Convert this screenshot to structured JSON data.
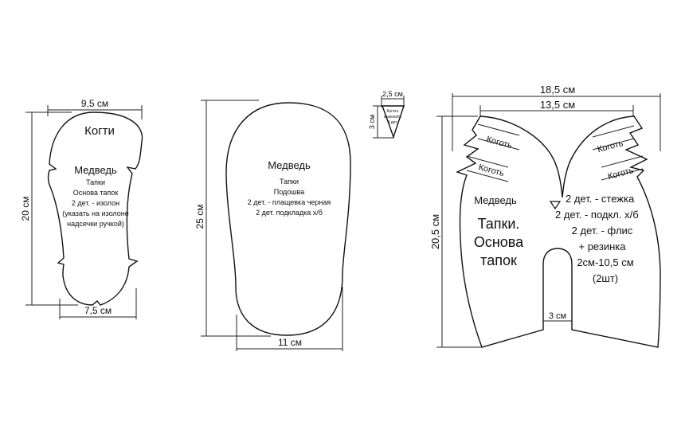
{
  "piece1": {
    "top_width": "9,5 см",
    "bottom_width": "7,5 см",
    "height": "20 см",
    "claws_label": "Когти",
    "title": "Медведь",
    "lines": [
      "Тапки",
      "Основа тапок",
      "2 дет. - изолон",
      "(указать на изолоне",
      "надсечки ручкой)"
    ]
  },
  "piece2": {
    "height": "25 см",
    "width": "11 см",
    "title": "Медведь",
    "lines": [
      "Тапки",
      "Подошва",
      "2 дет. - плащевка черная",
      "2 дет. подкладка х/б"
    ]
  },
  "piece3": {
    "width": "2,5 см",
    "height": "3 см",
    "lines": [
      "Коготь",
      "вырезать",
      "4 дет."
    ]
  },
  "piece4": {
    "outer_width": "18,5 см",
    "inner_width": "13,5 см",
    "height": "20,5 см",
    "slot_width": "3 см",
    "claw_label": "Коготь",
    "title": "Медведь",
    "big_title": [
      "Тапки.",
      "Основа",
      "тапок"
    ],
    "lines": [
      "2 дет. - стежка",
      "2 дет. - подкл. х/б",
      "2 дет. - флис",
      "+ резинка",
      "2см-10,5 см",
      "(2шт)"
    ]
  }
}
